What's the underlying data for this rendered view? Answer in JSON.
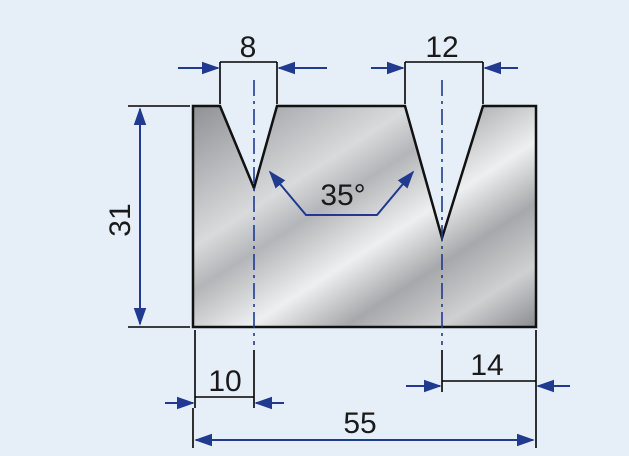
{
  "colors": {
    "background": "#e6eef8",
    "arrow": "#1f3a8f",
    "outline": "#111111",
    "metal_dark": "#9a9ca0",
    "metal_light": "#e9eaec"
  },
  "dimensions": {
    "top_width_left_groove": "8",
    "top_width_right_groove": "12",
    "height": "31",
    "groove_angle": "35°",
    "offset_left_groove": "10",
    "offset_right_groove": "14",
    "total_width": "55"
  }
}
